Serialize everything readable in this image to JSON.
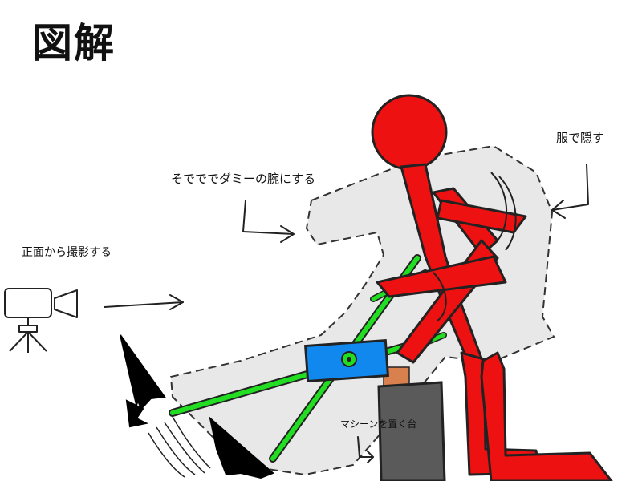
{
  "title": "図解",
  "labels": {
    "shoot_front": "正面から撮影する",
    "dummy_arm": "そでででダミーの腕にする",
    "hide_clothes": "服で隠す",
    "machine_stand": "マシーンを置く台"
  },
  "colors": {
    "figure_red": "#ee1111",
    "cloth_gray": "#e8e8e8",
    "rod_green": "#22dd22",
    "joint_blue": "#1188ee",
    "stand_gray": "#5a5a5a",
    "block_orange": "#d9804f",
    "spike_black": "#000000"
  },
  "icons": {
    "camera": "video-camera-icon"
  }
}
